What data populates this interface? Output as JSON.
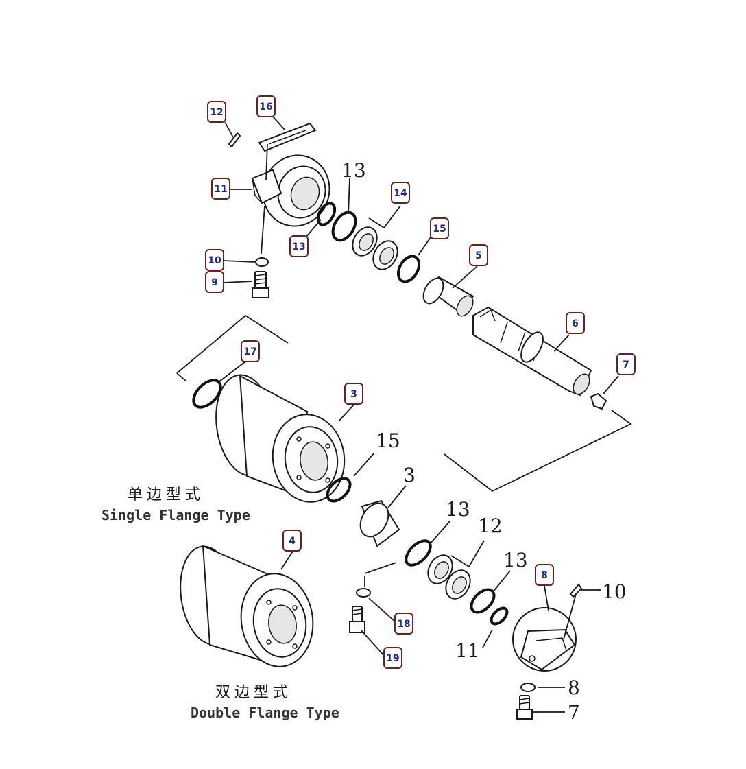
{
  "callouts": {
    "c12_top": "12",
    "c16": "16",
    "c11_top": "11",
    "c13_badge": "13",
    "c14": "14",
    "c15_badge": "15",
    "c10_top": "10",
    "c9": "9",
    "c5": "5",
    "c6": "6",
    "c7_badge": "7",
    "c17": "17",
    "c3_badge": "3",
    "c4": "4",
    "c8_badge": "8",
    "c18": "18",
    "c19": "19"
  },
  "plain_numbers": {
    "n13_top": "13",
    "n15_mid": "15",
    "n3_mid": "3",
    "n13_low_a": "13",
    "n12_low": "12",
    "n13_low_b": "13",
    "n11_low": "11",
    "n10_low": "10",
    "n8_low": "8",
    "n7_low": "7"
  },
  "captions": {
    "single_cn": "单边型式",
    "single_en": "Single Flange Type",
    "double_cn": "双边型式",
    "double_en": "Double Flange Type"
  },
  "colors": {
    "badge_border": "#6b1f1f",
    "badge_text": "#1b2a8a",
    "line": "#1a1a1a"
  }
}
